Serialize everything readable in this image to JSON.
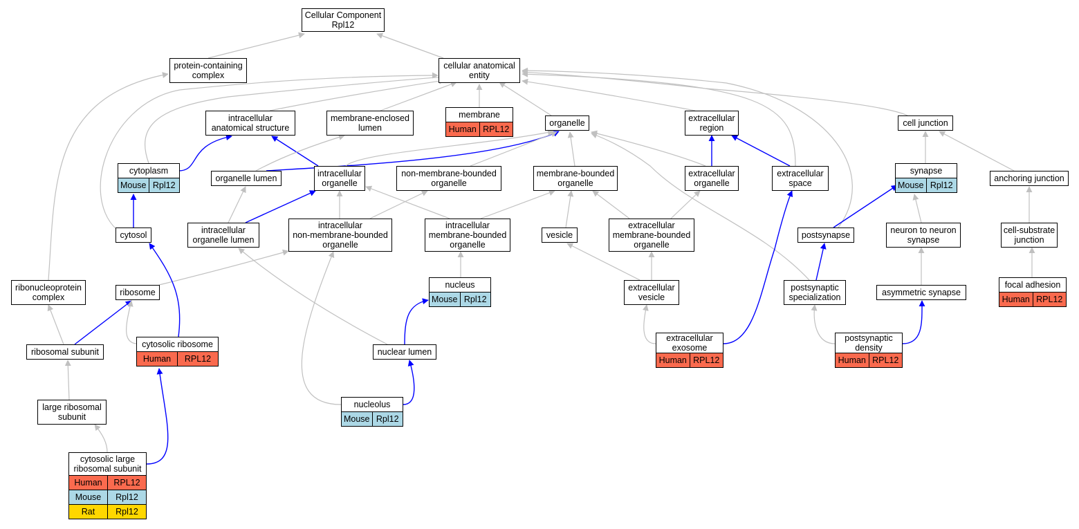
{
  "colors": {
    "human": "#fa6a4e",
    "mouse": "#acd8e6",
    "rat": "#ffd700",
    "edge_gray": "#c0c0c0",
    "edge_blue": "#0000ff"
  },
  "nodes": {
    "root": {
      "label": "Cellular Component\nRpl12"
    },
    "protein_complex": {
      "label": "protein-containing\ncomplex"
    },
    "cae": {
      "label": "cellular anatomical\nentity"
    },
    "ias": {
      "label": "intracellular\nanatomical structure"
    },
    "mel": {
      "label": "membrane-enclosed\nlumen"
    },
    "membrane": {
      "label": "membrane",
      "rows": [
        {
          "species": "Human",
          "gene": "RPL12",
          "color": "human"
        }
      ]
    },
    "organelle": {
      "label": "organelle"
    },
    "ext_region": {
      "label": "extracellular\nregion"
    },
    "cell_junction": {
      "label": "cell junction"
    },
    "cytoplasm": {
      "label": "cytoplasm",
      "rows": [
        {
          "species": "Mouse",
          "gene": "Rpl12",
          "color": "mouse"
        }
      ]
    },
    "org_lumen": {
      "label": "organelle lumen"
    },
    "intra_org": {
      "label": "intracellular\norganelle"
    },
    "nmbo": {
      "label": "non-membrane-bounded\norganelle"
    },
    "mbo": {
      "label": "membrane-bounded\norganelle"
    },
    "ext_org": {
      "label": "extracellular\norganelle"
    },
    "ext_space": {
      "label": "extracellular\nspace"
    },
    "synapse": {
      "label": "synapse",
      "rows": [
        {
          "species": "Mouse",
          "gene": "Rpl12",
          "color": "mouse"
        }
      ]
    },
    "anch_junction": {
      "label": "anchoring junction"
    },
    "cytosol": {
      "label": "cytosol"
    },
    "intra_org_lumen": {
      "label": "intracellular\norganelle lumen"
    },
    "inmbo": {
      "label": "intracellular\nnon-membrane-bounded\norganelle"
    },
    "imbo": {
      "label": "intracellular\nmembrane-bounded\norganelle"
    },
    "vesicle": {
      "label": "vesicle"
    },
    "embo": {
      "label": "extracellular\nmembrane-bounded\norganelle"
    },
    "postsynapse": {
      "label": "postsynapse"
    },
    "n2n_synapse": {
      "label": "neuron to neuron\nsynapse"
    },
    "csj": {
      "label": "cell-substrate\njunction"
    },
    "rnp_complex": {
      "label": "ribonucleoprotein\ncomplex"
    },
    "ribosome": {
      "label": "ribosome"
    },
    "nucleus": {
      "label": "nucleus",
      "rows": [
        {
          "species": "Mouse",
          "gene": "Rpl12",
          "color": "mouse"
        }
      ]
    },
    "ext_vesicle": {
      "label": "extracellular\nvesicle"
    },
    "ps_spec": {
      "label": "postsynaptic\nspecialization"
    },
    "asym_synapse": {
      "label": "asymmetric synapse"
    },
    "focal_adhesion": {
      "label": "focal adhesion",
      "rows": [
        {
          "species": "Human",
          "gene": "RPL12",
          "color": "human"
        }
      ]
    },
    "ribo_subunit": {
      "label": "ribosomal subunit"
    },
    "cyto_ribosome": {
      "label": "cytosolic ribosome",
      "rows": [
        {
          "species": "Human",
          "gene": "RPL12",
          "color": "human"
        }
      ]
    },
    "nuc_lumen": {
      "label": "nuclear lumen"
    },
    "ext_exosome": {
      "label": "extracellular\nexosome",
      "rows": [
        {
          "species": "Human",
          "gene": "RPL12",
          "color": "human"
        }
      ]
    },
    "ps_density": {
      "label": "postsynaptic\ndensity",
      "rows": [
        {
          "species": "Human",
          "gene": "RPL12",
          "color": "human"
        }
      ]
    },
    "large_ribo": {
      "label": "large ribosomal\nsubunit"
    },
    "nucleolus": {
      "label": "nucleolus",
      "rows": [
        {
          "species": "Mouse",
          "gene": "Rpl12",
          "color": "mouse"
        }
      ]
    },
    "cyto_large": {
      "label": "cytosolic large\nribosomal subunit",
      "rows": [
        {
          "species": "Human",
          "gene": "RPL12",
          "color": "human"
        },
        {
          "species": "Mouse",
          "gene": "Rpl12",
          "color": "mouse"
        },
        {
          "species": "Rat",
          "gene": "Rpl12",
          "color": "rat"
        }
      ]
    }
  }
}
